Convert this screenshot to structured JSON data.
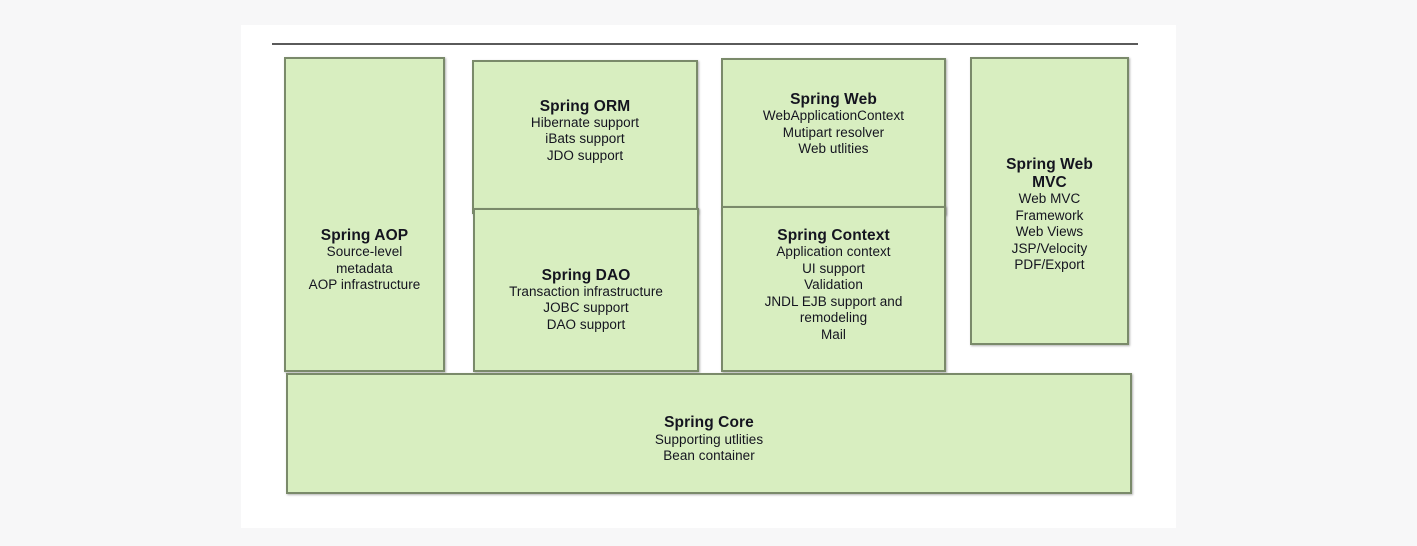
{
  "diagram": {
    "type": "block-architecture",
    "subject": "Spring Framework module architecture",
    "colors": {
      "box_fill": "#d8eec0",
      "box_border": "#7a8a6a",
      "text": "#14141f",
      "card_background": "#ffffff",
      "page_background": "#f7f7f8",
      "rule": "#5a5a5a"
    },
    "boxes": [
      {
        "id": "spring-aop",
        "title": "Spring AOP",
        "lines": [
          "Source-level",
          "metadata",
          "AOP infrastructure"
        ]
      },
      {
        "id": "spring-orm",
        "title": "Spring ORM",
        "lines": [
          "Hibernate support",
          "iBats support",
          "JDO support"
        ]
      },
      {
        "id": "spring-dao",
        "title": "Spring DAO",
        "lines": [
          "Transaction infrastructure",
          "JOBC support",
          "DAO support"
        ]
      },
      {
        "id": "spring-web",
        "title": "Spring Web",
        "lines": [
          "WebApplicationContext",
          "Mutipart resolver",
          "Web utlities"
        ]
      },
      {
        "id": "spring-context",
        "title": "Spring Context",
        "lines": [
          "Application context",
          "UI support",
          "Validation",
          "JNDL EJB support and",
          "remodeling",
          "Mail"
        ]
      },
      {
        "id": "spring-web-mvc",
        "title": "Spring Web\nMVC",
        "lines": [
          "Web MVC",
          "Framework",
          "Web Views",
          "JSP/Velocity",
          "PDF/Export"
        ]
      },
      {
        "id": "spring-core",
        "title": "Spring Core",
        "lines": [
          "Supporting utlities",
          "Bean container"
        ]
      }
    ]
  }
}
